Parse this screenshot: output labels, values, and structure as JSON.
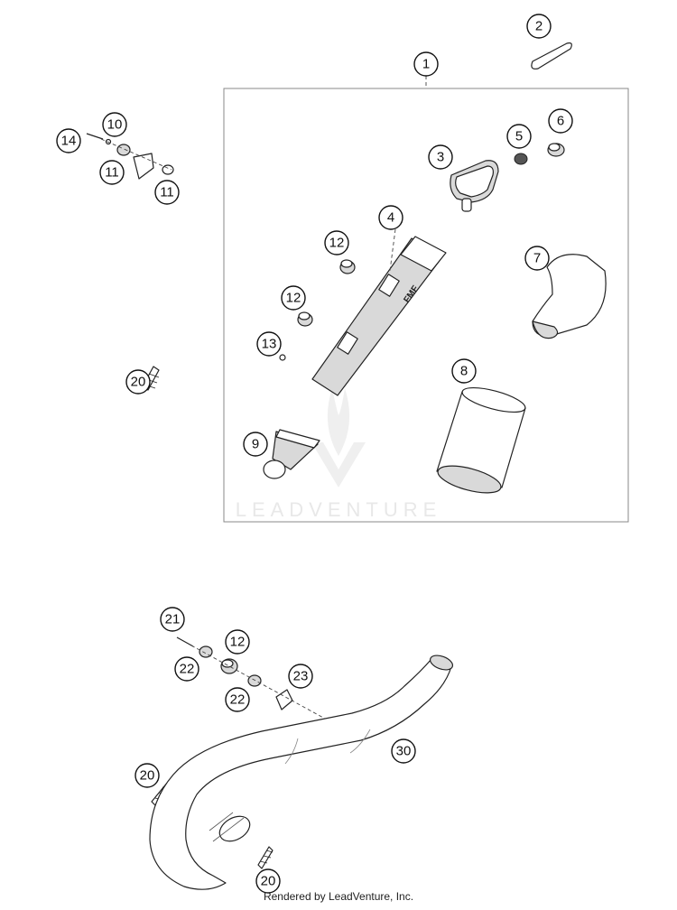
{
  "diagram": {
    "callouts": [
      {
        "id": "c1",
        "label": "1"
      },
      {
        "id": "c2",
        "label": "2"
      },
      {
        "id": "c3",
        "label": "3"
      },
      {
        "id": "c4",
        "label": "4"
      },
      {
        "id": "c5",
        "label": "5"
      },
      {
        "id": "c6",
        "label": "6"
      },
      {
        "id": "c7",
        "label": "7"
      },
      {
        "id": "c8",
        "label": "8"
      },
      {
        "id": "c9",
        "label": "9"
      },
      {
        "id": "c10",
        "label": "10"
      },
      {
        "id": "c11a",
        "label": "11"
      },
      {
        "id": "c11b",
        "label": "11"
      },
      {
        "id": "c12a",
        "label": "12"
      },
      {
        "id": "c12b",
        "label": "12"
      },
      {
        "id": "c12c",
        "label": "12"
      },
      {
        "id": "c13",
        "label": "13"
      },
      {
        "id": "c14",
        "label": "14"
      },
      {
        "id": "c20a",
        "label": "20"
      },
      {
        "id": "c20b",
        "label": "20"
      },
      {
        "id": "c20c",
        "label": "20"
      },
      {
        "id": "c21",
        "label": "21"
      },
      {
        "id": "c22a",
        "label": "22"
      },
      {
        "id": "c22b",
        "label": "22"
      },
      {
        "id": "c23",
        "label": "23"
      },
      {
        "id": "c30",
        "label": "30"
      }
    ],
    "silencer_brand_text": "FMF",
    "watermark": "LEADVENTURE"
  },
  "footer": {
    "text": "Rendered by LeadVenture, Inc."
  }
}
